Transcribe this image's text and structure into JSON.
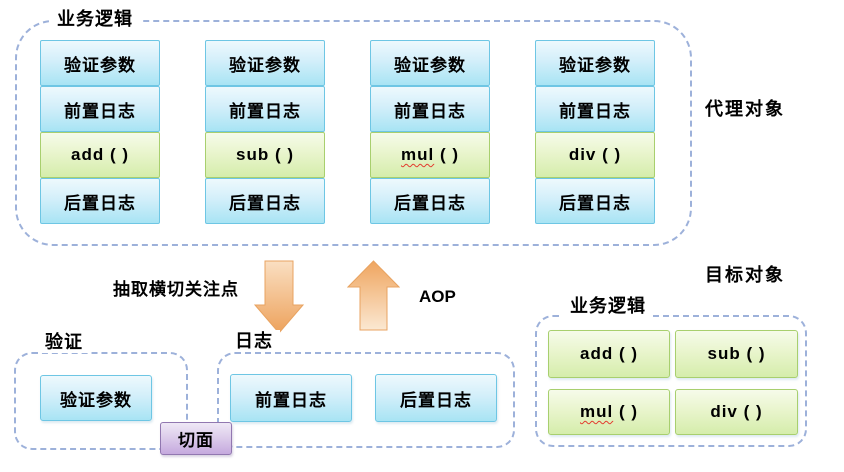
{
  "colors": {
    "blue_border": "#6ec6e4",
    "blue_fill_top": "#eef9fd",
    "blue_fill_bottom": "#a8e4f4",
    "green_border": "#a8cf6e",
    "green_fill_top": "#f6fbea",
    "green_fill_bottom": "#d5edab",
    "purple_border": "#9177b0",
    "purple_fill_bottom": "#c5a9de",
    "dashed_border": "#9db1da",
    "arrow_orange_light": "#fadfc2",
    "arrow_orange_dark": "#eda25c",
    "misspell_red": "#e33b2e"
  },
  "proxy": {
    "group_label": "业务逻辑",
    "side_label": "代理对象",
    "columns": [
      {
        "validate": "验证参数",
        "pre_log": "前置日志",
        "method": "add",
        "method_suffix": " ( )",
        "post_log": "后置日志"
      },
      {
        "validate": "验证参数",
        "pre_log": "前置日志",
        "method": "sub",
        "method_suffix": " ( )",
        "post_log": "后置日志"
      },
      {
        "validate": "验证参数",
        "pre_log": "前置日志",
        "method": "mul",
        "method_suffix": " ( )",
        "post_log": "后置日志"
      },
      {
        "validate": "验证参数",
        "pre_log": "前置日志",
        "method": "div",
        "method_suffix": " ( )",
        "post_log": "后置日志"
      }
    ]
  },
  "flow": {
    "extract_label": "抽取横切关注点",
    "aop_label": "AOP"
  },
  "validate_group": {
    "label": "验证",
    "box": "验证参数"
  },
  "log_group": {
    "label": "日志",
    "pre_box": "前置日志",
    "post_box": "后置日志"
  },
  "aspect_label": "切面",
  "target": {
    "side_label": "目标对象",
    "group_label": "业务逻辑",
    "methods": [
      {
        "name": "add",
        "suffix": " ( )"
      },
      {
        "name": "sub",
        "suffix": " ( )"
      },
      {
        "name": "mul",
        "suffix": " ( )"
      },
      {
        "name": "div",
        "suffix": " ( )"
      }
    ]
  }
}
